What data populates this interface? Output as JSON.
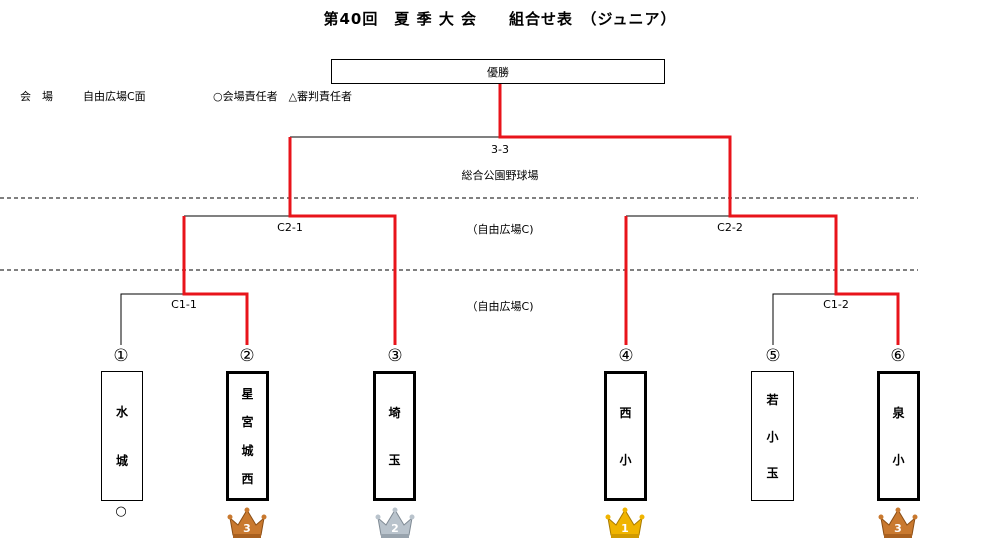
{
  "title": "第40回　夏 季 大 会　　組合せ表　（ジュニア）",
  "header": {
    "venue_label": "会　場",
    "venue_value": "自由広場C面",
    "legend": "○会場責任者　△審判責任者"
  },
  "champion_label": "優勝",
  "matches": {
    "final": {
      "id": "3-3",
      "venue": "総合公園野球場"
    },
    "semi_left": {
      "id": "C2-1"
    },
    "semi_right": {
      "id": "C2-2"
    },
    "semi_venue": "（自由広場C)",
    "qf_left": {
      "id": "C1-1"
    },
    "qf_right": {
      "id": "C1-2"
    },
    "qf_venue": "（自由広場C)"
  },
  "teams": [
    {
      "number": "①",
      "name": [
        "水",
        "城"
      ],
      "mark": "○"
    },
    {
      "number": "②",
      "name": [
        "星",
        "宮",
        "城",
        "西"
      ],
      "rank": "3"
    },
    {
      "number": "③",
      "name": [
        "埼",
        "玉"
      ],
      "rank": "2"
    },
    {
      "number": "④",
      "name": [
        "西",
        "小"
      ],
      "rank": "1"
    },
    {
      "number": "⑤",
      "name": [
        "若",
        "小",
        "玉"
      ]
    },
    {
      "number": "⑥",
      "name": [
        "泉",
        "小"
      ],
      "rank": "3"
    }
  ],
  "colors": {
    "winner_line": "#e8141b",
    "gold": "#f0b400",
    "silver": "#b9c3cc",
    "bronze": "#c9792f"
  }
}
